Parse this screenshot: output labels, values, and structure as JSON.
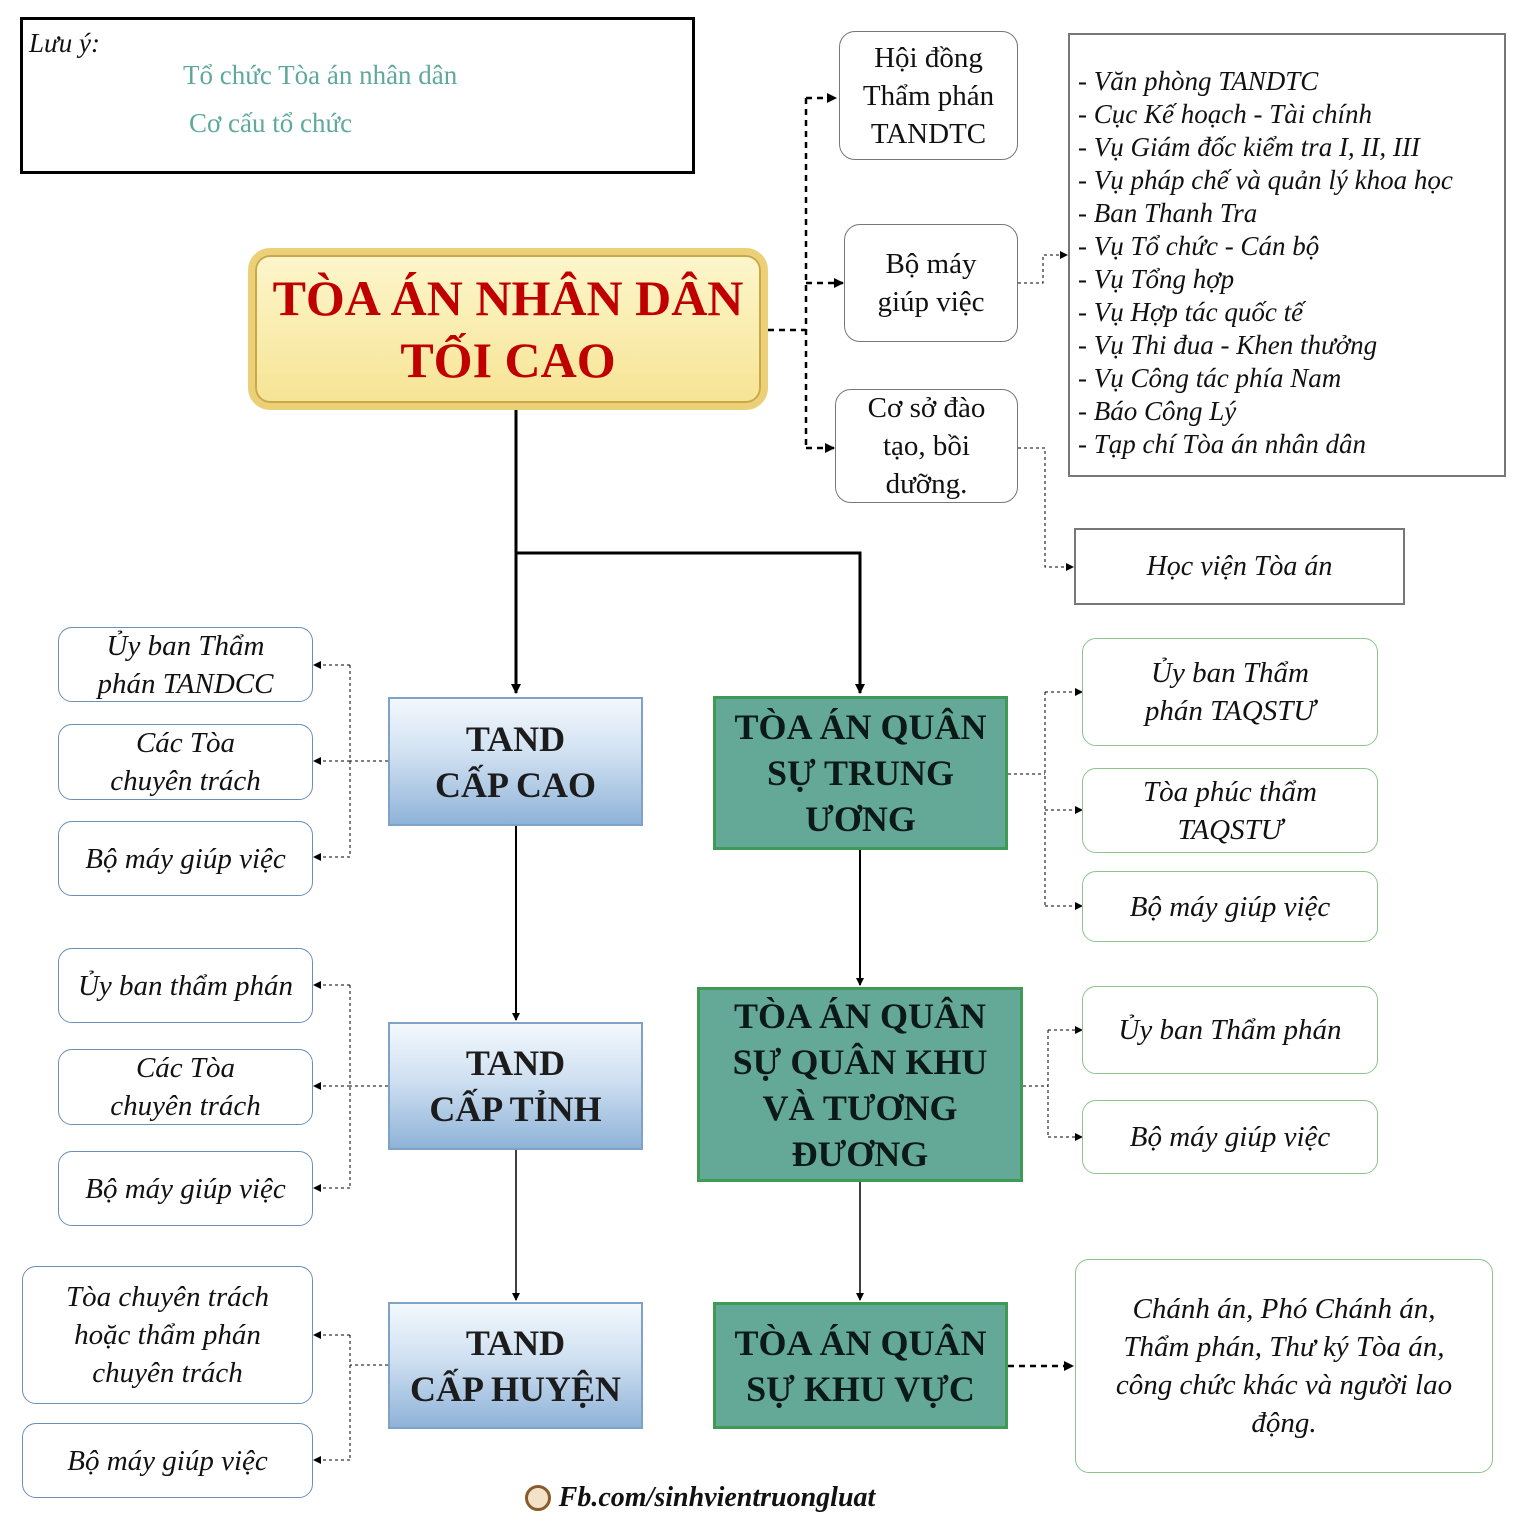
{
  "legend": {
    "title": "Lưu ý:",
    "solid_label": "Tổ chức Tòa án nhân dân",
    "dashed_label": "Cơ cấu tổ chức"
  },
  "root": {
    "line1": "TÒA ÁN NHÂN DÂN",
    "line2": "TỐI CAO"
  },
  "top_branches": {
    "council": [
      "Hội đồng",
      "Thẩm phán",
      "TANDTC"
    ],
    "apparatus": [
      "Bộ máy",
      "giúp việc"
    ],
    "training": [
      "Cơ sở đào",
      "tạo, bồi",
      "dưỡng."
    ]
  },
  "apparatus_list": [
    "- Văn phòng TANDTC",
    "- Cục Kế hoạch - Tài chính",
    "- Vụ Giám đốc kiểm tra I, II, III",
    "- Vụ pháp chế và quản lý khoa học",
    "- Ban Thanh Tra",
    "- Vụ Tổ chức - Cán bộ",
    "- Vụ Tổng hợp",
    "- Vụ Hợp tác quốc tế",
    "- Vụ Thi đua - Khen thưởng",
    "- Vụ Công tác phía Nam",
    "- Báo Công Lý",
    "- Tạp chí Tòa án nhân dân"
  ],
  "academy": "Học viện Tòa án",
  "tand": {
    "high": [
      "TAND",
      "CẤP CAO"
    ],
    "province": [
      "TAND",
      "CẤP TỈNH"
    ],
    "district": [
      "TAND",
      "CẤP HUYỆN"
    ]
  },
  "military": {
    "central": [
      "TÒA ÁN QUÂN",
      "SỰ TRUNG",
      "ƯƠNG"
    ],
    "region": [
      "TÒA ÁN QUÂN",
      "SỰ QUÂN KHU",
      "VÀ TƯƠNG",
      "ĐƯƠNG"
    ],
    "area": [
      "TÒA ÁN QUÂN",
      "SỰ KHU VỰC"
    ]
  },
  "left_notes": {
    "high": [
      [
        "Ủy ban Thẩm",
        "phán TANDCC"
      ],
      [
        "Các Tòa",
        "chuyên trách"
      ],
      [
        "Bộ máy giúp việc"
      ]
    ],
    "province": [
      [
        "Ủy ban thẩm phán"
      ],
      [
        "Các Tòa",
        "chuyên trách"
      ],
      [
        "Bộ máy giúp việc"
      ]
    ],
    "district": [
      [
        "Tòa chuyên trách",
        "hoặc thẩm phán",
        "chuyên trách"
      ],
      [
        "Bộ máy giúp việc"
      ]
    ]
  },
  "right_notes": {
    "central": [
      [
        "Ủy ban Thẩm",
        "phán TAQSTƯ"
      ],
      [
        "Tòa phúc thẩm",
        "TAQSTƯ"
      ],
      [
        "Bộ máy giúp việc"
      ]
    ],
    "region": [
      [
        "Ủy ban Thẩm phán"
      ],
      [
        "Bộ máy giúp việc"
      ]
    ],
    "area": [
      [
        "Chánh án, Phó Chánh án,",
        "Thẩm phán, Thư ký Tòa án,",
        "công chức khác và người lao",
        "động."
      ]
    ]
  },
  "footer": "Fb.com/sinhvientruongluat",
  "colors": {
    "root_text": "#c00000",
    "root_fill": "#f6e494",
    "military_fill": "#64a898",
    "military_border": "#3f9a56",
    "tand_fill": "#a9c5e3",
    "legend_text": "#5fa89c"
  }
}
